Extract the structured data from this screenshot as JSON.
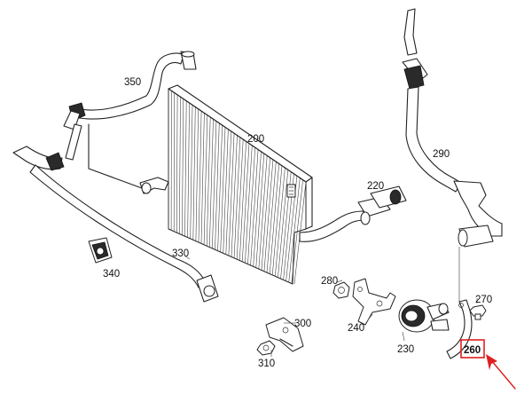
{
  "parts": [
    {
      "id": "label-350",
      "number": "350"
    },
    {
      "id": "label-200",
      "number": "200"
    },
    {
      "id": "label-290",
      "number": "290"
    },
    {
      "id": "label-220",
      "number": "220"
    },
    {
      "id": "label-330",
      "number": "330"
    },
    {
      "id": "label-340",
      "number": "340"
    },
    {
      "id": "label-280",
      "number": "280"
    },
    {
      "id": "label-270",
      "number": "270"
    },
    {
      "id": "label-300",
      "number": "300"
    },
    {
      "id": "label-240",
      "number": "240"
    },
    {
      "id": "label-230",
      "number": "230"
    },
    {
      "id": "label-310",
      "number": "310"
    },
    {
      "id": "label-260",
      "number": "260"
    }
  ],
  "highlight": {
    "part_number": "260",
    "color": "#e02020"
  },
  "colors": {
    "line": "#222222",
    "background": "#ffffff",
    "highlight": "#e02020"
  }
}
